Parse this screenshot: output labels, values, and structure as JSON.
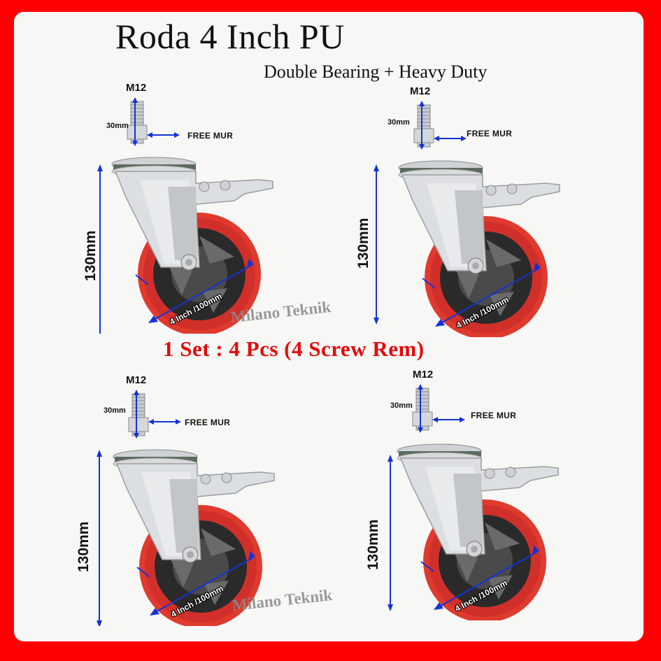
{
  "title": "Roda 4 Inch PU",
  "subtitle": "Double Bearing + Heavy Duty",
  "set_line": "1 Set : 4 Pcs (4 Screw Rem)",
  "watermark": "Milano Teknik",
  "colors": {
    "frame": "#ff0000",
    "background": "#f7f7f6",
    "set_line": "#e40b0b",
    "wheel_tread": "#e03a2e",
    "wheel_hub": "#2a2a2a",
    "dimension_arrow": "#1433d6",
    "bracket_metal": "#d9dcdf",
    "watermark": "#8a8a8a"
  },
  "casters": [
    {
      "position": "top-left",
      "thread_label": "M12",
      "thread_length": "30mm",
      "nut_label": "FREE MUR",
      "height_label": "130mm",
      "diameter_label": "4 Inch /100mm",
      "watermark": "Milano Teknik"
    },
    {
      "position": "top-right",
      "thread_label": "M12",
      "thread_length": "30mm",
      "nut_label": "FREE MUR",
      "height_label": "130mm",
      "diameter_label": "4 Inch /100mm"
    },
    {
      "position": "bottom-left",
      "thread_label": "M12",
      "thread_length": "30mm",
      "nut_label": "FREE MUR",
      "height_label": "130mm",
      "diameter_label": "4 Inch /100mm",
      "watermark": "Milano Teknik"
    },
    {
      "position": "bottom-right",
      "thread_label": "M12",
      "thread_length": "30mm",
      "nut_label": "FREE MUR",
      "height_label": "130mm",
      "diameter_label": "4 Inch /100mm"
    }
  ]
}
